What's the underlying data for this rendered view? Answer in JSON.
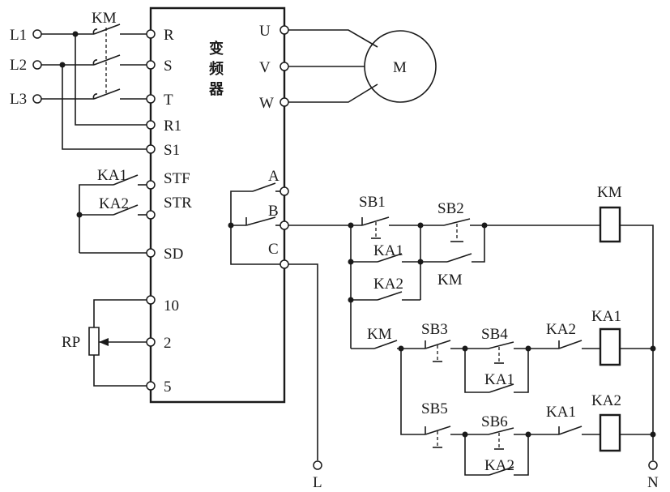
{
  "inverter": {
    "title_chars": [
      "变",
      "频",
      "器"
    ],
    "input_terminals": [
      "R",
      "S",
      "T",
      "R1",
      "S1"
    ],
    "control_terminals": [
      "STF",
      "STR",
      "SD"
    ],
    "analog_terminals": [
      "10",
      "2",
      "5"
    ],
    "output_terminals": [
      "U",
      "V",
      "W"
    ],
    "relay_terminals": [
      "A",
      "B",
      "C"
    ]
  },
  "supply": {
    "lines": [
      "L1",
      "L2",
      "L3"
    ]
  },
  "motor": {
    "label": "M"
  },
  "potentiometer": {
    "label": "RP"
  },
  "contactor_main": {
    "label": "KM"
  },
  "inverter_contacts": {
    "forward": "KA1",
    "reverse": "KA2"
  },
  "control_circuit": {
    "sb1": "SB1",
    "sb2": "SB2",
    "ka1_interlock": "KA1",
    "ka2_interlock": "KA2",
    "km_hold": "KM",
    "km_coil": "KM",
    "km_series": "KM",
    "sb3": "SB3",
    "sb4": "SB4",
    "ka1_hold": "KA1",
    "ka2_interlock_nc": "KA2",
    "ka1_coil": "KA1",
    "sb5": "SB5",
    "sb6": "SB6",
    "ka2_hold": "KA2",
    "ka1_interlock_nc": "KA1",
    "ka2_coil": "KA2"
  },
  "supply_terminals": {
    "left": "L",
    "right": "N"
  },
  "colors": {
    "ink": "#1a1a1a",
    "background": "#ffffff"
  }
}
